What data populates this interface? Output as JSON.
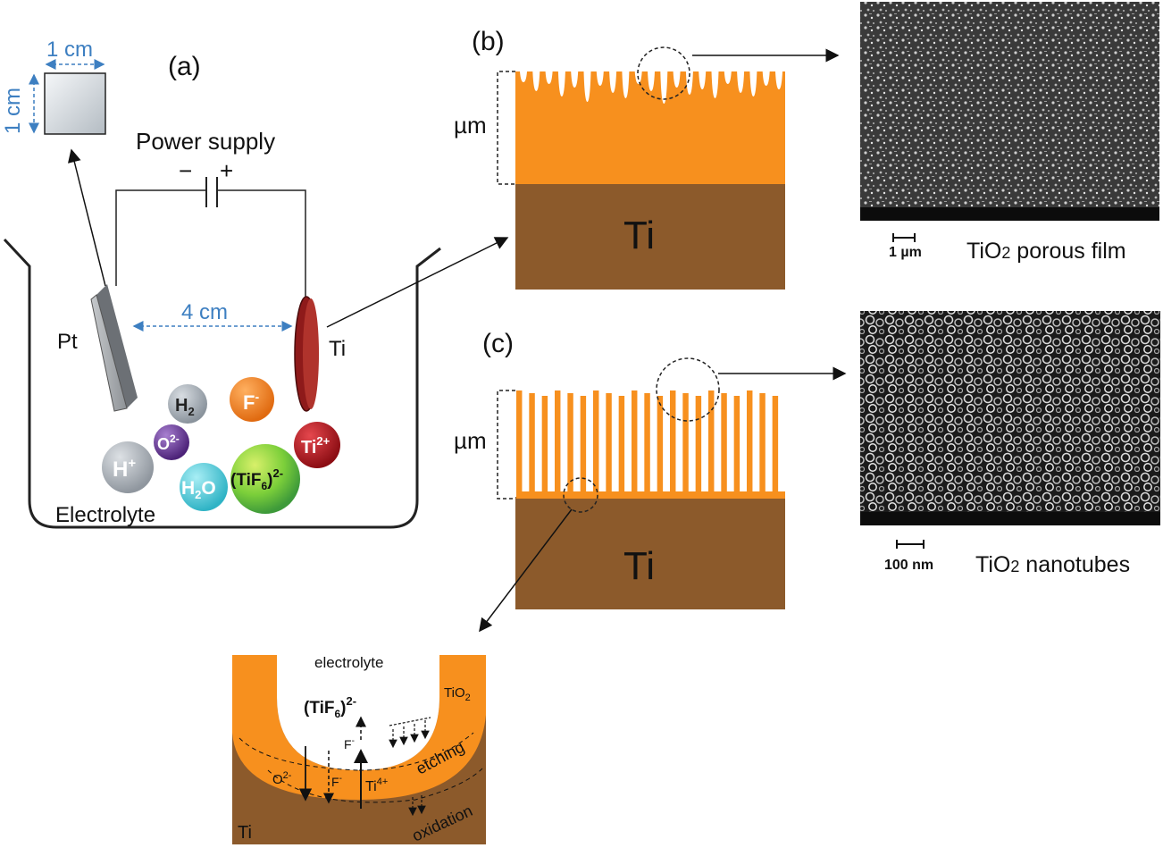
{
  "panel_a": {
    "label": "(a)",
    "plate_width": "1 cm",
    "plate_height": "1 cm",
    "power_supply": "Power supply",
    "minus": "−",
    "plus": "+",
    "pt": "Pt",
    "ti": "Ti",
    "distance": "4 cm",
    "electrolyte": "Electrolyte",
    "ions": {
      "h2": "H",
      "h2_sub": "2",
      "f": "F",
      "f_sup": "-",
      "o2": "O",
      "o2_sup": "2-",
      "ti2": "Ti",
      "ti2_sup": "2+",
      "h": "H",
      "h_sup": "+",
      "h2o": "H",
      "h2o_sub": "2",
      "h2o_tail": "O",
      "tif6_open": "(TiF",
      "tif6_sub": "6",
      "tif6_close": ")",
      "tif6_sup": "2-"
    },
    "colors": {
      "h2": "#9aa3ad",
      "f": "#f07b1e",
      "o2": "#6a3d9a",
      "ti2": "#b3171f",
      "h": "#a6adb5",
      "h2o": "#4ec7d6",
      "tif6": "#7ccf3a"
    }
  },
  "panel_b": {
    "label": "(b)",
    "thickness": "µm",
    "substrate": "Ti",
    "scale_bar": "1 µm",
    "caption_main": "TiO",
    "caption_sub": "2",
    "caption_rest": " porous film"
  },
  "panel_c": {
    "label": "(c)",
    "thickness": "µm",
    "substrate": "Ti",
    "scale_bar": "100 nm",
    "caption_main": "TiO",
    "caption_sub": "2",
    "caption_rest": " nanotubes"
  },
  "detail": {
    "electrolyte": "electrolyte",
    "tif6_open": "(TiF",
    "tif6_sub": "6",
    "tif6_close": ")",
    "tif6_sup": "2-",
    "tio2": "TiO",
    "tio2_sub": "2",
    "f_top": "F",
    "f_top_sup": "-",
    "o2": "O",
    "o2_sup": "2-",
    "f_mid": "F",
    "f_mid_sup": "-",
    "ti4": "Ti",
    "ti4_sup": "4+",
    "etching": "etching",
    "oxidation": "oxidation",
    "ti": "Ti"
  },
  "colors": {
    "oxide": "#f7901e",
    "metal": "#8c5a2b",
    "accent_blue": "#3d7fc1"
  }
}
